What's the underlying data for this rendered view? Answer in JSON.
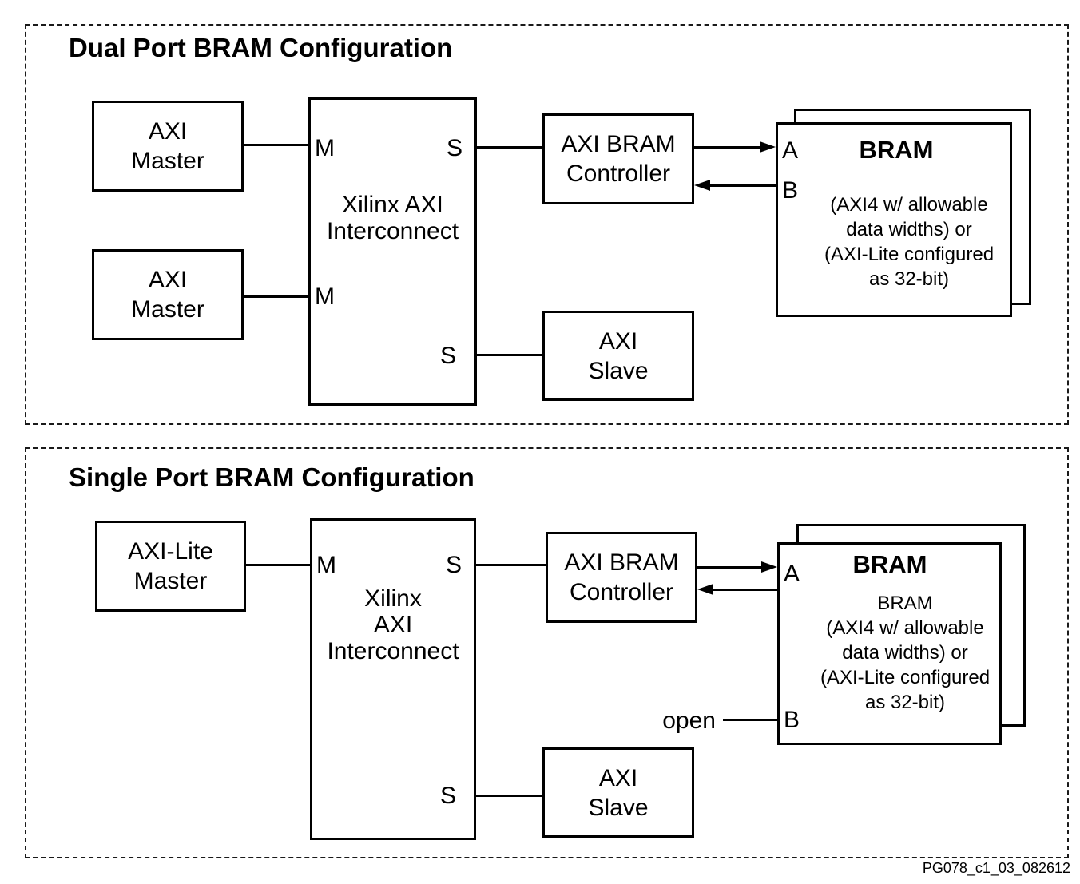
{
  "colors": {
    "ink": "#000000",
    "background": "#ffffff"
  },
  "figure": {
    "footer_id": "PG078_c1_03_082612"
  },
  "dual": {
    "title": "Dual Port BRAM Configuration",
    "master1_line1": "AXI",
    "master1_line2": "Master",
    "master2_line1": "AXI",
    "master2_line2": "Master",
    "interconnect_line1": "Xilinx AXI",
    "interconnect_line2": "Interconnect",
    "port_m1": "M",
    "port_m2": "M",
    "port_s1": "S",
    "port_s2": "S",
    "controller_line1": "AXI BRAM",
    "controller_line2": "Controller",
    "slave_line1": "AXI",
    "slave_line2": "Slave",
    "bram_title": "BRAM",
    "bram_port_a": "A",
    "bram_port_b": "B",
    "bram_body": [
      "(AXI4 w/ allowable",
      "data widths) or",
      "(AXI-Lite configured",
      "as 32-bit)"
    ]
  },
  "single": {
    "title": "Single Port BRAM Configuration",
    "master_line1": "AXI-Lite",
    "master_line2": "Master",
    "interconnect_line1": "Xilinx",
    "interconnect_line2": "AXI",
    "interconnect_line3": "Interconnect",
    "port_m1": "M",
    "port_s1": "S",
    "port_s2": "S",
    "controller_line1": "AXI BRAM",
    "controller_line2": "Controller",
    "slave_line1": "AXI",
    "slave_line2": "Slave",
    "open_label": "open",
    "bram_title": "BRAM",
    "bram_port_a": "A",
    "bram_port_b": "B",
    "bram_body": [
      "BRAM",
      "(AXI4 w/ allowable",
      "data widths) or",
      "(AXI-Lite configured",
      "as 32-bit)"
    ]
  }
}
